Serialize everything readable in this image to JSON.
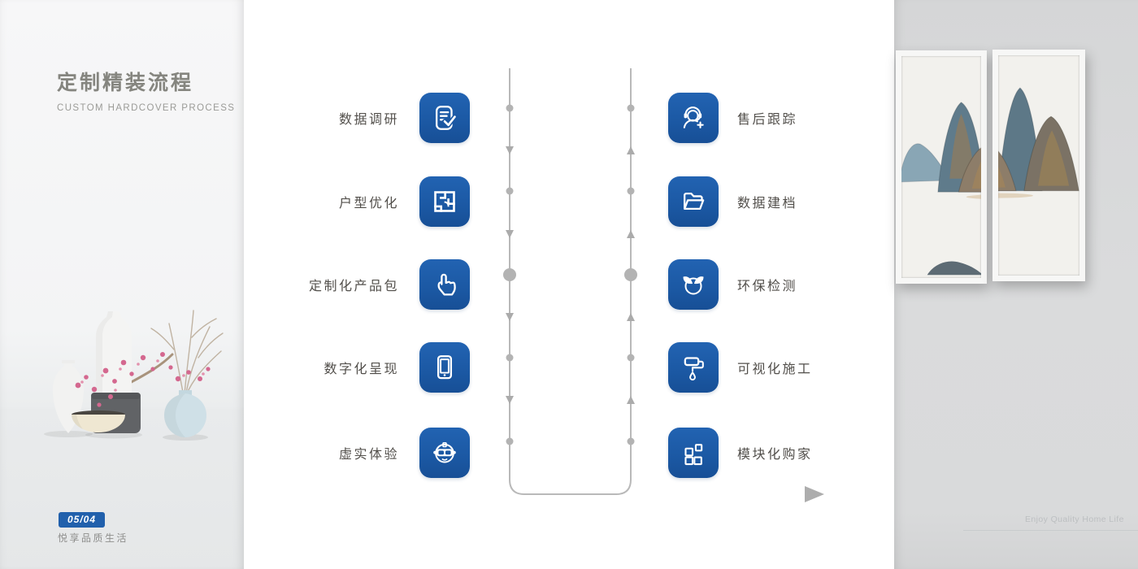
{
  "header": {
    "title": "定制精装流程",
    "subtitle": "CUSTOM HARDCOVER PROCESS"
  },
  "flow": {
    "left_steps": [
      {
        "label": "数据调研",
        "icon": "document-check-icon"
      },
      {
        "label": "户型优化",
        "icon": "floorplan-icon"
      },
      {
        "label": "定制化产品包",
        "icon": "hand-click-icon"
      },
      {
        "label": "数字化呈现",
        "icon": "tablet-icon"
      },
      {
        "label": "虚实体验",
        "icon": "vr-headset-icon"
      }
    ],
    "right_steps": [
      {
        "label": "售后跟踪",
        "icon": "support-agent-icon"
      },
      {
        "label": "数据建档",
        "icon": "folder-icon"
      },
      {
        "label": "环保检测",
        "icon": "eco-leaf-icon"
      },
      {
        "label": "可视化施工",
        "icon": "paint-roller-icon"
      },
      {
        "label": "模块化购家",
        "icon": "modules-icon"
      }
    ],
    "direction_note": "left column flows down, right column flows up, joined at bottom with right-pointing arrow"
  },
  "footer": {
    "page_badge": "05/04",
    "tagline": "悦享品质生活"
  },
  "right_panel": {
    "caption": "Enjoy Quality Home Life"
  },
  "colors": {
    "accent_blue": "#1b58a3",
    "badge_blue": "#2160ac",
    "flow_line_gray": "#b9b9b9",
    "title_gray": "#85857f",
    "wall_gray": "#d8d9da"
  }
}
